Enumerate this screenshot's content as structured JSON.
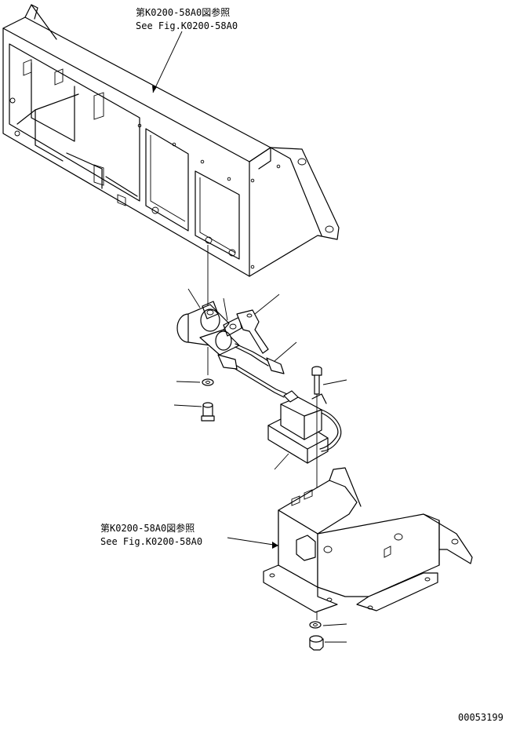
{
  "references": {
    "top": {
      "line1": "第K0200-58A0図参照",
      "line2": "See Fig.K0200-58A0"
    },
    "bottom": {
      "line1": "第K0200-58A0図参照",
      "line2": "See Fig.K0200-58A0"
    }
  },
  "drawing_number": "00053199"
}
